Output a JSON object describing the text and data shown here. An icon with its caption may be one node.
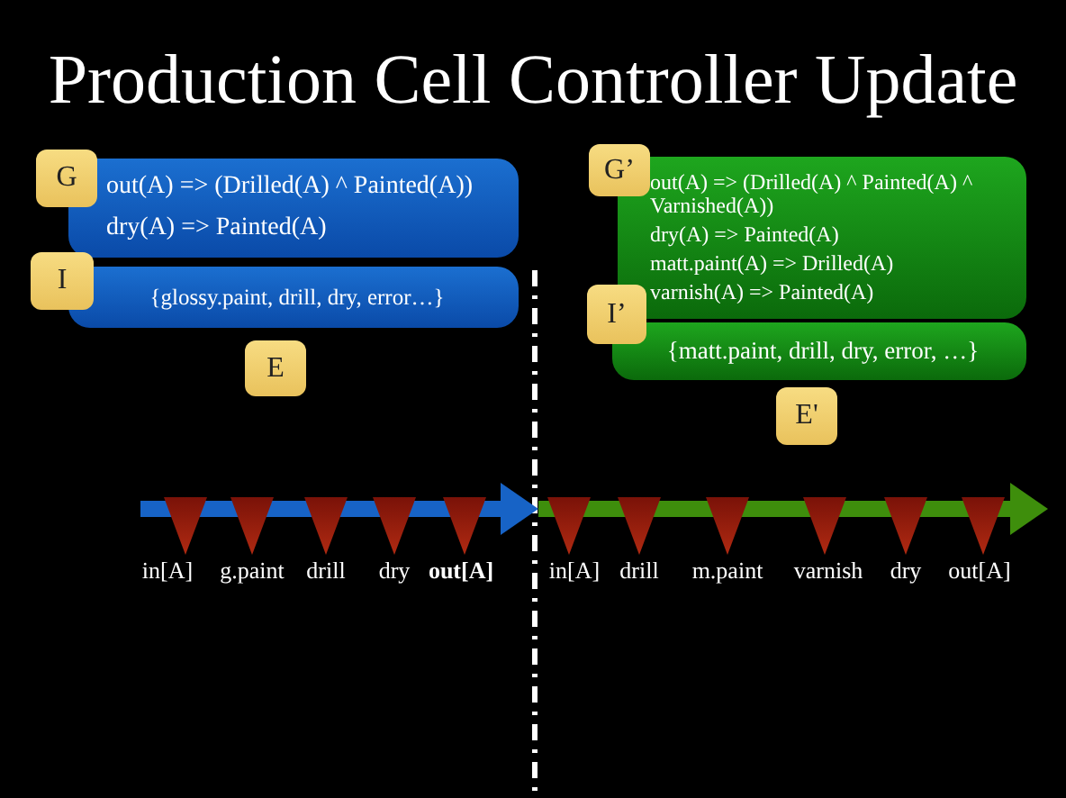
{
  "diagram": {
    "title": "Production Cell Controller Update",
    "nodes": [
      {
        "text": [
          "out(A) => (Drilled(A) ^ Painted(A))",
          "dry(A) => Painted(A)"
        ]
      },
      {
        "text": [
          "G"
        ]
      },
      {
        "text": [
          "{glossy.paint, drill, dry, error…}"
        ]
      },
      {
        "text": [
          "I"
        ]
      },
      {
        "text": [
          "E"
        ]
      },
      {
        "text": [
          "out(A) => (Drilled(A) ^  Painted(A) ^ Varnished(A))",
          "dry(A) => Painted(A)",
          "matt.paint(A) => Drilled(A)",
          "varnish(A) => Painted(A)"
        ]
      },
      {
        "text": [
          "G’"
        ]
      },
      {
        "text": [
          "{matt.paint, drill, dry, error, …}"
        ]
      },
      {
        "text": [
          "I’"
        ]
      },
      {
        "text": [
          "E'"
        ]
      }
    ],
    "labels": [
      "in[A]",
      "g.paint",
      "drill",
      "dry",
      "out[A]",
      "in[A]",
      "drill",
      "m.paint",
      "varnish",
      "dry",
      "out[A]"
    ]
  }
}
